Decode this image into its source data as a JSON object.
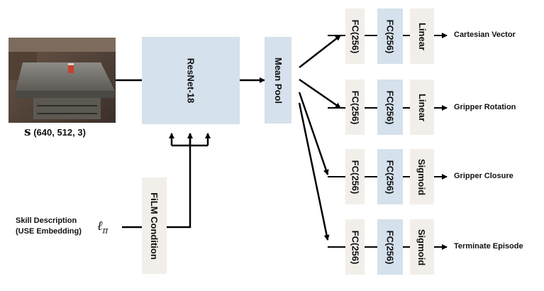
{
  "input": {
    "state_symbol": "s",
    "state_shape": "(640, 512, 3)",
    "skill_line1": "Skill Description",
    "skill_line2": "(USE Embedding)",
    "lang_symbol": "ℓ",
    "lang_subscript": "π"
  },
  "blocks": {
    "resnet": "ResNet-18",
    "mean_pool": "Mean Pool",
    "film": "FiLM Condition"
  },
  "heads": [
    {
      "layers": [
        "FC(256)",
        "FC(256)",
        "Linear"
      ],
      "output": "Cartesian Vector"
    },
    {
      "layers": [
        "FC(256)",
        "FC(256)",
        "Linear"
      ],
      "output": "Gripper Rotation"
    },
    {
      "layers": [
        "FC(256)",
        "FC(256)",
        "Sigmoid"
      ],
      "output": "Gripper Closure"
    },
    {
      "layers": [
        "FC(256)",
        "FC(256)",
        "Sigmoid"
      ],
      "output": "Terminate Episode"
    }
  ]
}
